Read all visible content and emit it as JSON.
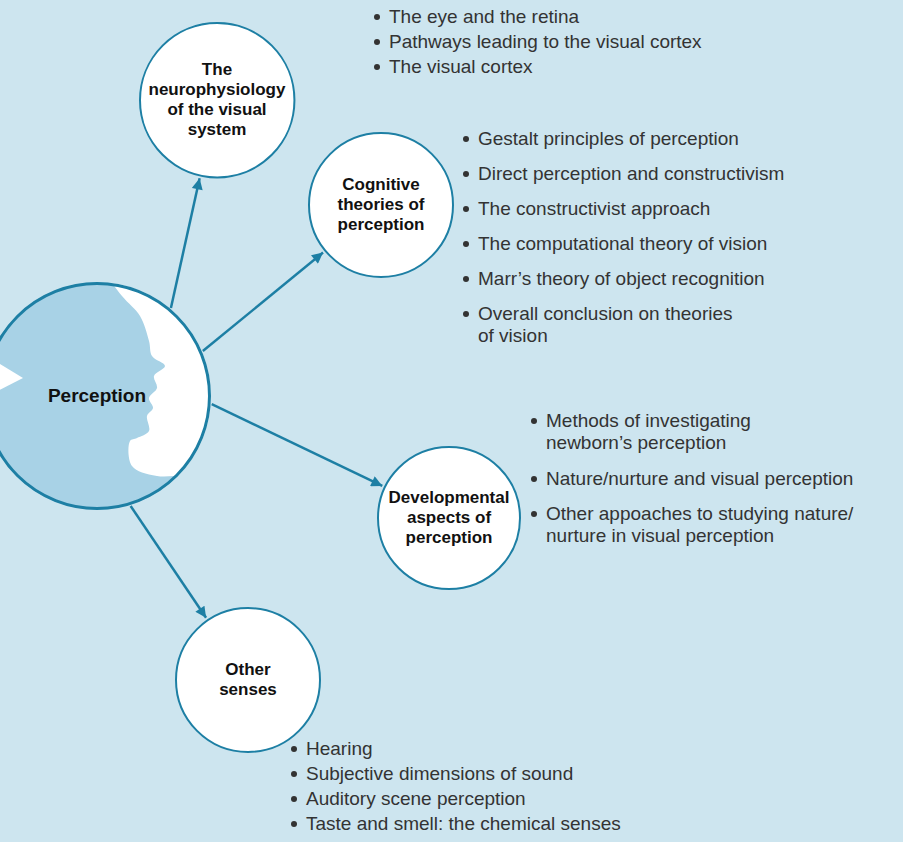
{
  "diagram": {
    "nodes": [
      {
        "text": [
          "Perception"
        ]
      },
      {
        "text": [
          "The neurophysiology of the visual system"
        ]
      },
      {
        "text": [
          "Cognitive theories of perception"
        ]
      },
      {
        "text": [
          "Developmental aspects of perception"
        ]
      },
      {
        "text": [
          "Other senses"
        ]
      }
    ],
    "edges": [
      {
        "from": 0,
        "to": 1,
        "arrow": "to"
      },
      {
        "from": 0,
        "to": 2,
        "arrow": "to"
      },
      {
        "from": 0,
        "to": 3,
        "arrow": "to"
      },
      {
        "from": 0,
        "to": 4,
        "arrow": "to"
      }
    ],
    "labels": [
      "The eye and the retina",
      "Pathways leading to the visual cortex",
      "The visual cortex",
      "Gestalt principles of perception",
      "Direct perception and constructivism",
      "The constructivist approach",
      "The computational theory of vision",
      "Marr’s theory of object recognition",
      "Overall conclusion on theories of vision",
      "Methods of investigating newborn’s perception",
      "Nature/nurture and visual perception",
      "Other appoaches to studying nature/ nurture in visual perception",
      "Hearing",
      "Subjective dimensions of sound",
      "Auditory scene perception",
      "Taste and smell: the chemical senses"
    ]
  }
}
